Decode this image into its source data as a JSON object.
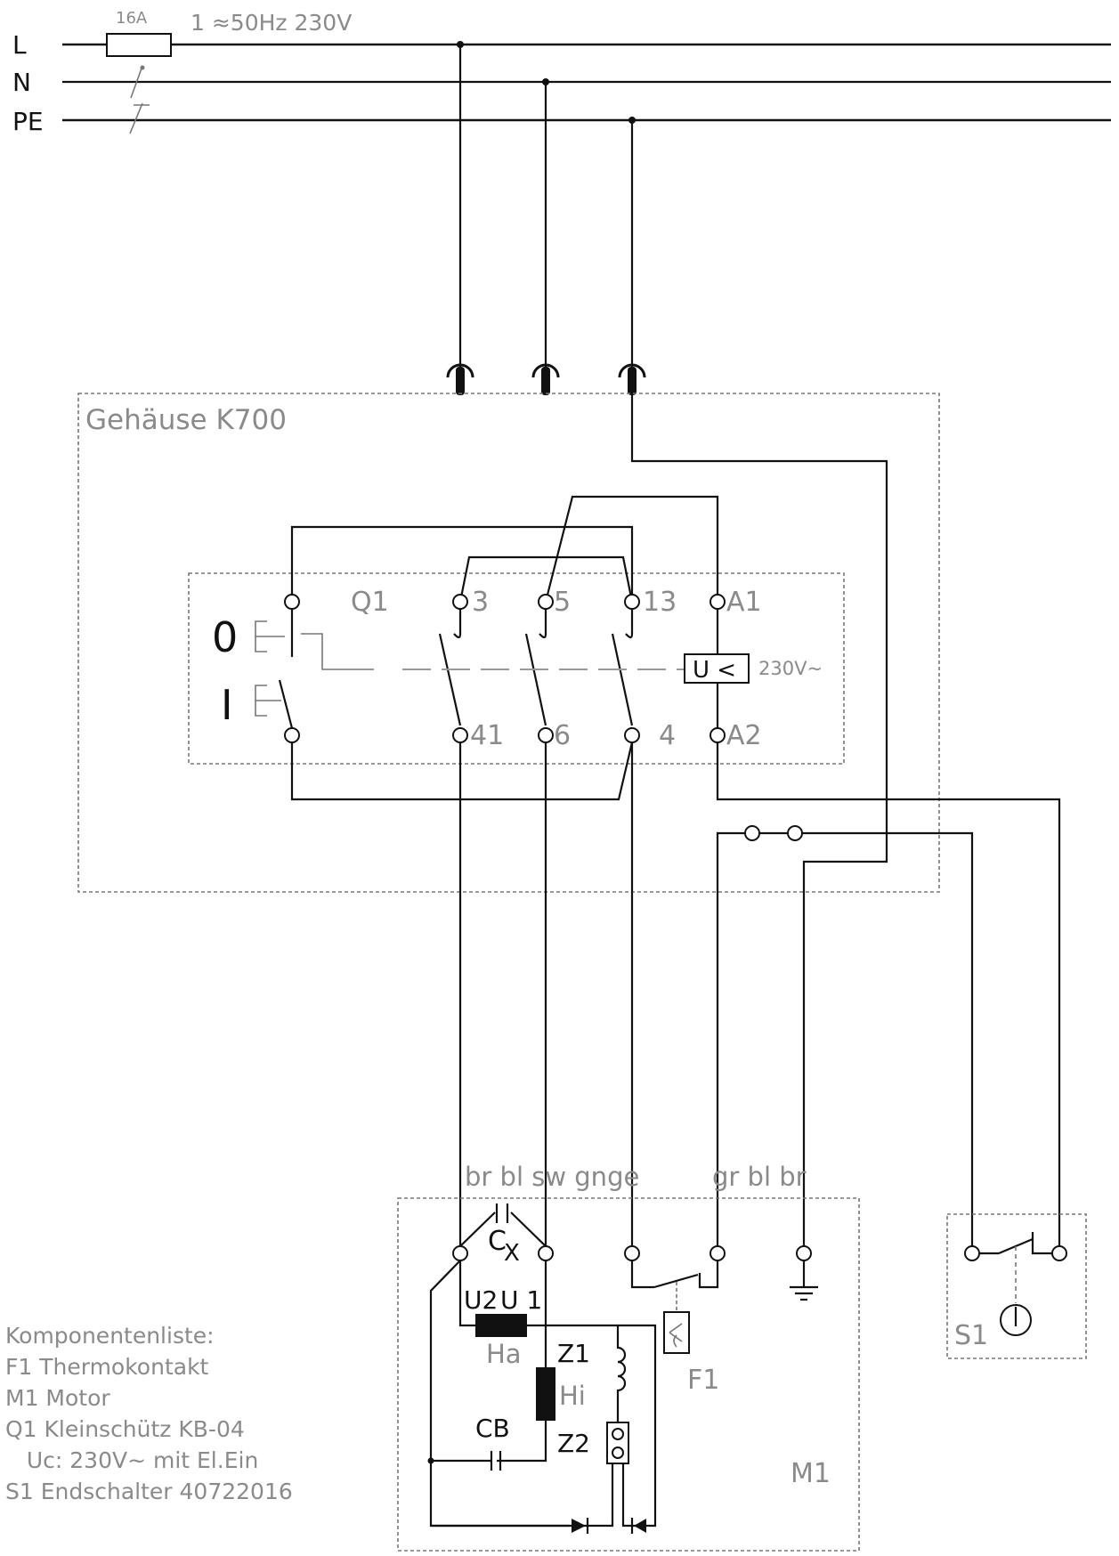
{
  "supply": {
    "lines": [
      "L",
      "N",
      "PE"
    ],
    "fuse": "16A",
    "spec": "1 ≈50Hz 230V"
  },
  "housing": {
    "label": "Gehäuse K700"
  },
  "contactor": {
    "name": "Q1",
    "off_symbol": "0",
    "on_symbol": "I",
    "terminals_top": [
      "3",
      "5",
      "13",
      "A1"
    ],
    "terminals_bottom": [
      "41",
      "6",
      "4",
      "A2"
    ],
    "undervoltage_label": "U <",
    "undervoltage_rating": "230V~"
  },
  "motor": {
    "name": "M1",
    "wire_colors_left": "br bl sw gnge",
    "wire_colors_right": "gr bl br",
    "capacitor_cx": "C",
    "capacitor_cx_sub": "X",
    "capacitor_cb": "CB",
    "u2": "U2",
    "u1": "U 1",
    "ha": "Ha",
    "hi": "Hi",
    "z1": "Z1",
    "z2": "Z2"
  },
  "thermal": {
    "name": "F1"
  },
  "limit_switch": {
    "name": "S1"
  },
  "legend": {
    "title": "Komponentenliste:",
    "items": [
      "F1 Thermokontakt",
      "M1 Motor",
      "Q1 Kleinschütz KB-04",
      "   Uc: 230V~ mit El.Ein",
      "S1 Endschalter 40722016"
    ]
  }
}
